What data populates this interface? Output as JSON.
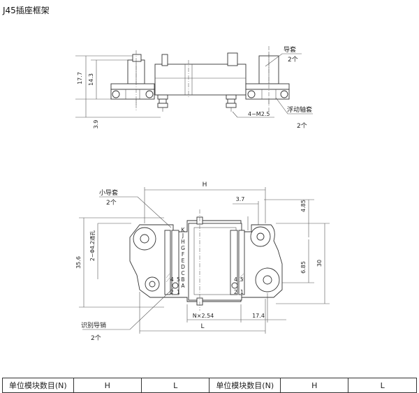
{
  "title": "J45插座框架",
  "top_view": {
    "dim_height_total": "17.7",
    "dim_height_part": "14.3",
    "dim_bottom": "3.9",
    "label_guide_sleeve": "导套",
    "label_guide_sleeve_qty": "2个",
    "label_screw": "4−M2.5",
    "label_floating_bush": "浮动轴套",
    "label_floating_bush_qty": "2个"
  },
  "front_view": {
    "dim_H": "H",
    "dim_37": "3.7",
    "dim_485": "4.85",
    "dim_685": "6.85",
    "dim_30": "30",
    "dim_356": "35.6",
    "dim_holes": "2−Φ4.2通孔",
    "dim_pitch": "N×2.54",
    "dim_174": "17.4",
    "dim_L": "L",
    "label_small_guide": "小导套",
    "label_small_guide_qty": "2个",
    "label_id_pin": "识别导销",
    "label_id_pin_qty": "2个",
    "letters": [
      "K",
      "J",
      "H",
      "G",
      "F",
      "E",
      "D",
      "C",
      "B",
      "A"
    ],
    "key_nums_left": [
      "4",
      "5",
      "2",
      "1"
    ],
    "key_nums_right": [
      "4",
      "5",
      "2",
      "1"
    ]
  },
  "table": {
    "headers": [
      "单位模块数目(N)",
      "H",
      "L",
      "单位模块数目(N)",
      "H",
      "L"
    ]
  }
}
